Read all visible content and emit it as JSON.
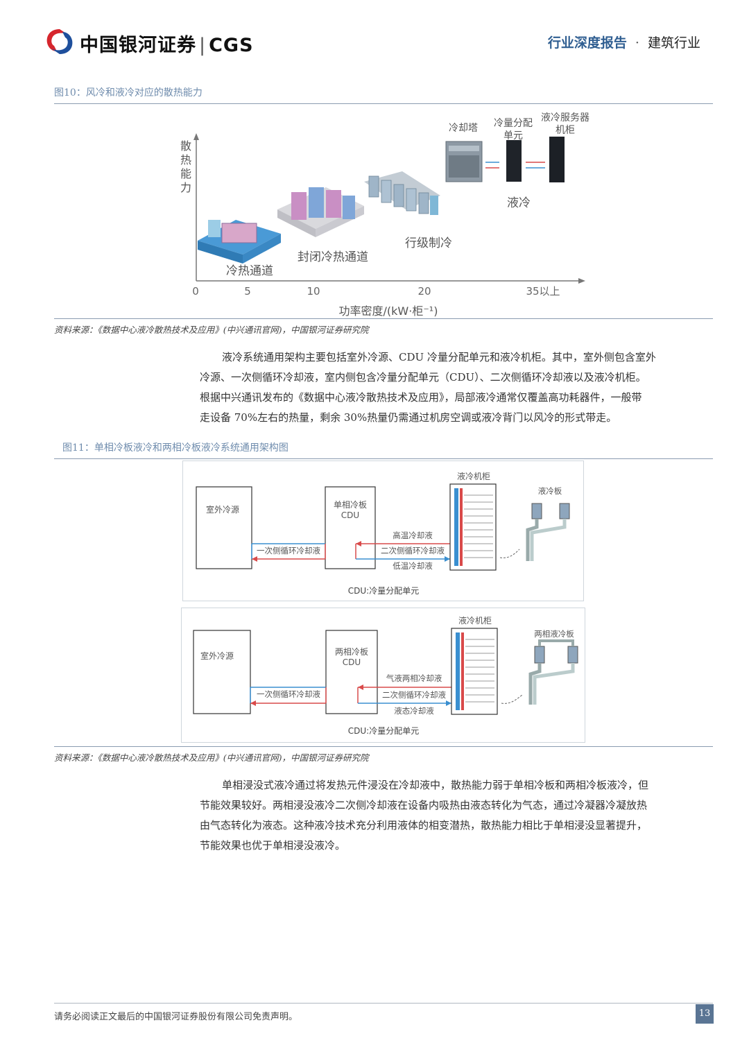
{
  "header": {
    "brand_cn": "中国银河证券",
    "brand_en": "CGS",
    "report_type": "行业深度报告",
    "separator": "·",
    "industry": "建筑行业"
  },
  "figure10": {
    "title": "图10：风冷和液冷对应的散热能力",
    "y_label": "散热能力",
    "x_label": "功率密度/(kW·柜⁻¹)",
    "x_ticks": [
      "0",
      "5",
      "10",
      "20",
      "35以上"
    ],
    "stages": [
      "冷热通道",
      "封闭冷热通道",
      "行级制冷",
      "液冷"
    ],
    "liquid_parts": [
      "冷却塔",
      "冷量分配单元",
      "液冷服务器机柜"
    ],
    "source": "资料来源：《数据中心液冷散热技术及应用》(中兴通讯官网)，中国银河证券研究院"
  },
  "chart_data": {
    "type": "diagram",
    "x_ticks": [
      "0",
      "5",
      "10",
      "20",
      "35以上"
    ],
    "stages": [
      {
        "label": "冷热通道",
        "power_density_x": 5
      },
      {
        "label": "封闭冷热通道",
        "power_density_x": 10
      },
      {
        "label": "行级制冷",
        "power_density_x": 20
      },
      {
        "label": "液冷",
        "power_density_x": "35以上"
      }
    ],
    "xlabel": "功率密度/(kW·柜⁻¹)",
    "ylabel": "散热能力"
  },
  "paragraph1": {
    "lines": [
      "液冷系统通用架构主要包括室外冷源、CDU 冷量分配单元和液冷机柜。其中，室外侧包含室外",
      "冷源、一次侧循环冷却液，室内侧包含冷量分配单元（CDU）、二次侧循环冷却液以及液冷机柜。",
      "根据中兴通讯发布的《数据中心液冷散热技术及应用》，局部液冷通常仅覆盖高功耗器件，一般带",
      "走设备 70%左右的热量，剩余 30%热量仍需通过机房空调或液冷背门以风冷的形式带走。"
    ]
  },
  "figure11": {
    "title": "图11：单相冷板液冷和两相冷板液冷系统通用架构图",
    "top": {
      "outdoor": "室外冷源",
      "cdu_line1": "单相冷板",
      "cdu_line2": "CDU",
      "primary": "一次侧循环冷却液",
      "hot": "高温冷却液",
      "secondary": "二次侧循环冷却液",
      "cold": "低温冷却液",
      "cabinet": "液冷机柜",
      "plate": "液冷板",
      "caption": "CDU:冷量分配单元"
    },
    "bottom": {
      "outdoor": "室外冷源",
      "cdu_line1": "两相冷板",
      "cdu_line2": "CDU",
      "primary": "一次侧循环冷却液",
      "hot": "气液两相冷却液",
      "secondary": "二次侧循环冷却液",
      "cold": "液态冷却液",
      "cabinet": "液冷机柜",
      "plate": "两相液冷板",
      "caption": "CDU:冷量分配单元"
    },
    "source": "资料来源：《数据中心液冷散热技术及应用》(中兴通讯官网)，中国银河证券研究院"
  },
  "paragraph2": {
    "lines": [
      "单相浸没式液冷通过将发热元件浸没在冷却液中，散热能力弱于单相冷板和两相冷板液冷，但",
      "节能效果较好。两相浸没液冷二次侧冷却液在设备内吸热由液态转化为气态，通过冷凝器冷凝放热",
      "由气态转化为液态。这种液冷技术充分利用液体的相变潜热，散热能力相比于单相浸没显著提升，",
      "节能效果也优于单相浸没液冷。"
    ]
  },
  "footer": {
    "disclaimer": "请务必阅读正文最后的中国银河证券股份有限公司免责声明。",
    "page_number": "13"
  },
  "colors": {
    "accent": "#5a7594",
    "hot_line": "#d94a4a",
    "cold_line": "#3a8fd0",
    "logo_red": "#d6262d",
    "logo_blue": "#1e4f9c"
  }
}
